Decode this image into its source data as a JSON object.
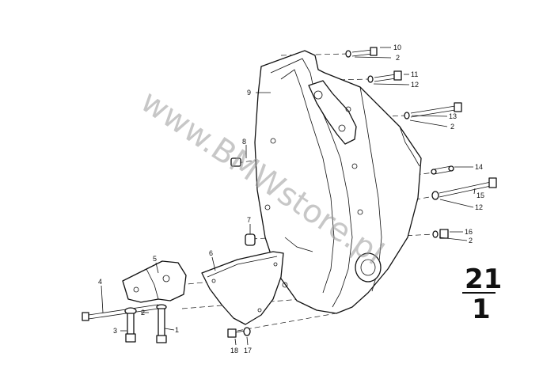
{
  "watermark": "www.BMWstore.pl",
  "group_number": {
    "top": "21",
    "bottom": "1"
  },
  "callouts": {
    "c1": "1",
    "c2a": "2",
    "c2b": "2",
    "c2c": "2",
    "c2d": "2",
    "c3": "3",
    "c4": "4",
    "c5": "5",
    "c6": "6",
    "c7": "7",
    "c8": "8",
    "c9": "9",
    "c10": "10",
    "c11": "11",
    "c12a": "12",
    "c12b": "12",
    "c13": "13",
    "c14": "14",
    "c15": "15",
    "c16": "16",
    "c17": "17",
    "c18": "18"
  }
}
